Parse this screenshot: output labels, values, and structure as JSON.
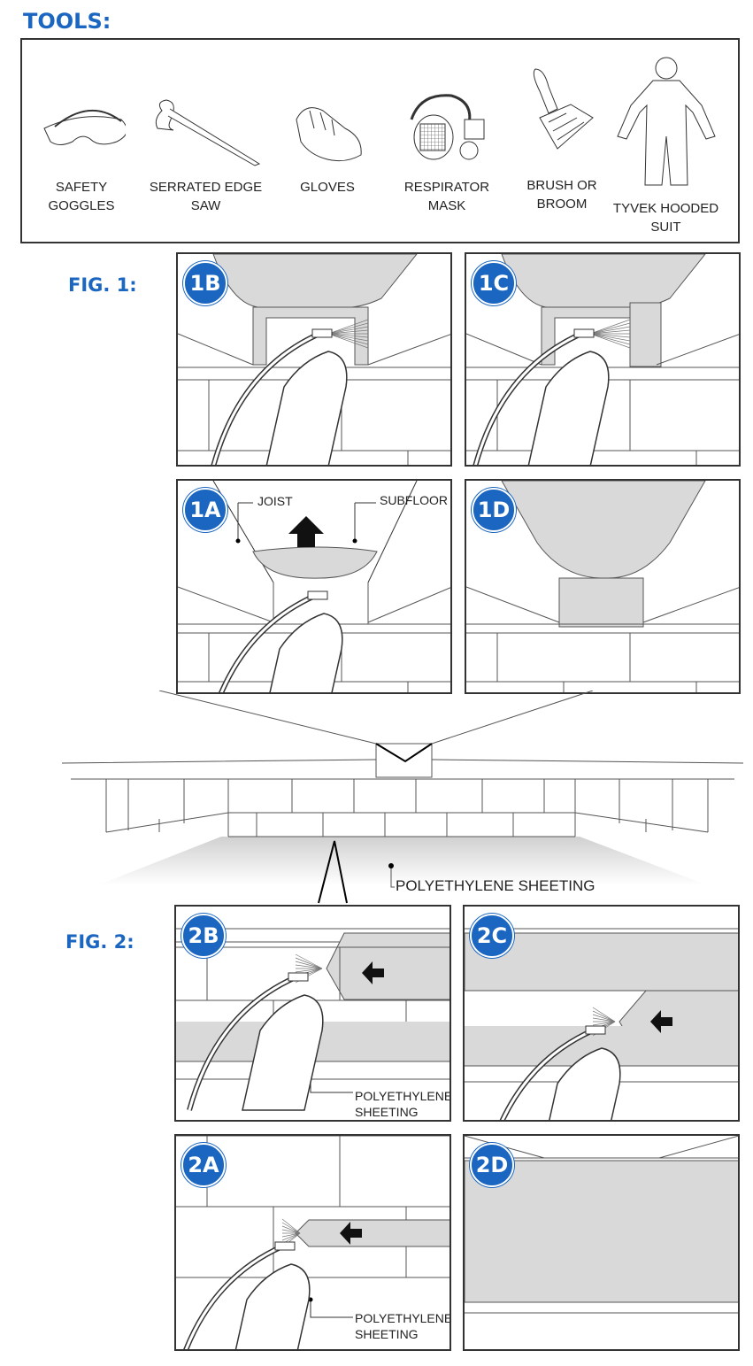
{
  "tools": {
    "title": "TOOLS:",
    "items": [
      {
        "label": "SAFETY\nGOGGLES",
        "icon": "goggles-icon"
      },
      {
        "label": "SERRATED EDGE\nSAW",
        "icon": "saw-icon"
      },
      {
        "label": "GLOVES",
        "icon": "gloves-icon"
      },
      {
        "label": "RESPIRATOR\nMASK",
        "icon": "respirator-icon"
      },
      {
        "label": "BRUSH OR\nBROOM",
        "icon": "brush-icon"
      },
      {
        "label": "TYVEK HOODED\nSUIT",
        "icon": "suit-icon"
      }
    ]
  },
  "fig1": {
    "title": "FIG. 1:",
    "panels": {
      "p1b": "1B",
      "p1c": "1C",
      "p1a": "1A",
      "p1d": "1D"
    },
    "labels": {
      "joist": "JOIST",
      "subfloor": "SUBFLOOR"
    }
  },
  "crawlspace": {
    "label": "POLYETHYLENE SHEETING"
  },
  "fig2": {
    "title": "FIG. 2:",
    "panels": {
      "p2b": "2B",
      "p2c": "2C",
      "p2a": "2A",
      "p2d": "2D"
    },
    "labels": {
      "sheeting_2b": "POLYETHYLENE\nSHEETING",
      "sheeting_2a": "POLYETHYLENE\nSHEETING"
    }
  },
  "colors": {
    "accent": "#1a66c0",
    "foam": "#d9d9d9",
    "line": "#333333"
  }
}
